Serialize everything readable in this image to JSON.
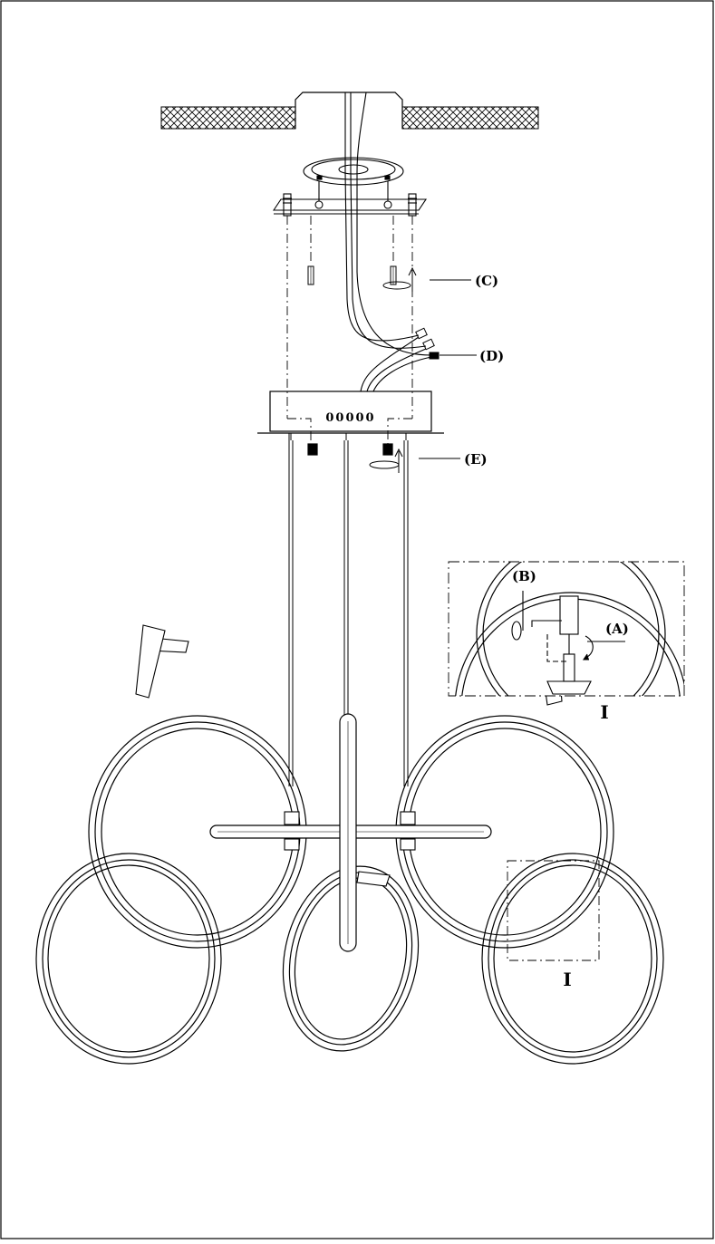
{
  "callouts": {
    "c": "(C)",
    "d": "(D)",
    "e": "(E)",
    "a": "(A)",
    "b": "(B)"
  },
  "detail_marker": "I",
  "detail_marker_inset": "I",
  "connector_dots": "00000",
  "colors": {
    "line": "#000000",
    "paper": "#ffffff"
  }
}
